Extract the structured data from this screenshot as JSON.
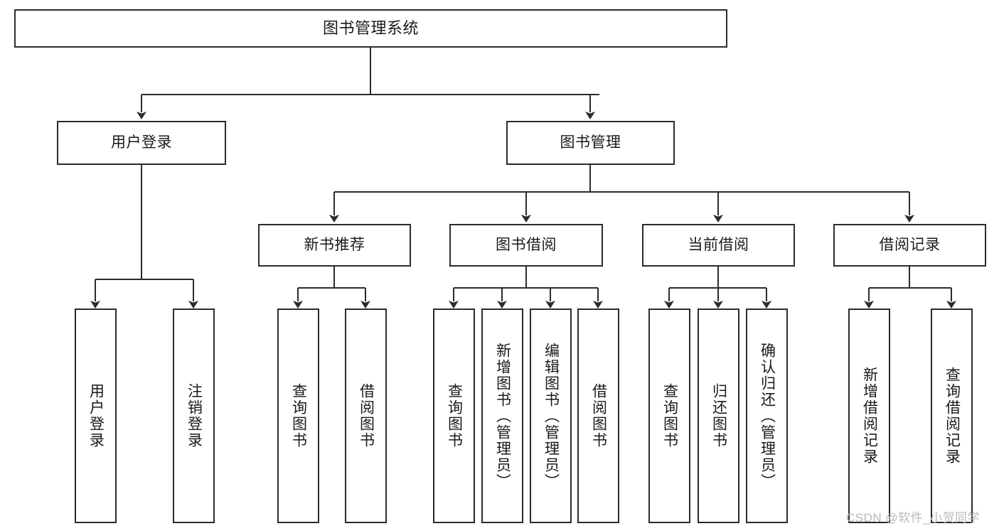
{
  "diagram": {
    "type": "tree-hierarchy-chart",
    "orientation": "top-down",
    "colors": {
      "background": "#ffffff",
      "box_border": "#2b2b2b",
      "box_fill": "#ffffff",
      "connector": "#2b2b2b",
      "text": "#1a1a1a",
      "watermark": "#b9b9b9"
    },
    "root": {
      "label": "图书管理系统"
    },
    "level1": [
      {
        "id": "user-login",
        "label": "用户登录"
      },
      {
        "id": "book-management",
        "label": "图书管理"
      }
    ],
    "level2": [
      {
        "id": "new-book-recommend",
        "label": "新书推荐",
        "parent": "book-management"
      },
      {
        "id": "book-borrow",
        "label": "图书借阅",
        "parent": "book-management"
      },
      {
        "id": "current-borrow",
        "label": "当前借阅",
        "parent": "book-management"
      },
      {
        "id": "borrow-record",
        "label": "借阅记录",
        "parent": "book-management"
      }
    ],
    "leaves": {
      "user-login": [
        {
          "id": "leaf-user-login",
          "label": "用户登录"
        },
        {
          "id": "leaf-logout-login",
          "label": "注销登录"
        }
      ],
      "new-book-recommend": [
        {
          "id": "leaf-query-book-1",
          "label": "查询图书"
        },
        {
          "id": "leaf-borrow-book-1",
          "label": "借阅图书"
        }
      ],
      "book-borrow": [
        {
          "id": "leaf-query-book-2",
          "label": "查询图书"
        },
        {
          "id": "leaf-add-book",
          "label": "新增图书（管理员）"
        },
        {
          "id": "leaf-edit-book",
          "label": "编辑图书（管理员）"
        },
        {
          "id": "leaf-borrow-book-2",
          "label": "借阅图书"
        }
      ],
      "current-borrow": [
        {
          "id": "leaf-query-book-3",
          "label": "查询图书"
        },
        {
          "id": "leaf-return-book",
          "label": "归还图书"
        },
        {
          "id": "leaf-confirm-return",
          "label": "确认归还（管理员）"
        }
      ],
      "borrow-record": [
        {
          "id": "leaf-add-record",
          "label": "新增借阅记录"
        },
        {
          "id": "leaf-query-record",
          "label": "查询借阅记录"
        }
      ]
    }
  },
  "watermark": {
    "text": "CSDN @软件_小贺同学"
  }
}
